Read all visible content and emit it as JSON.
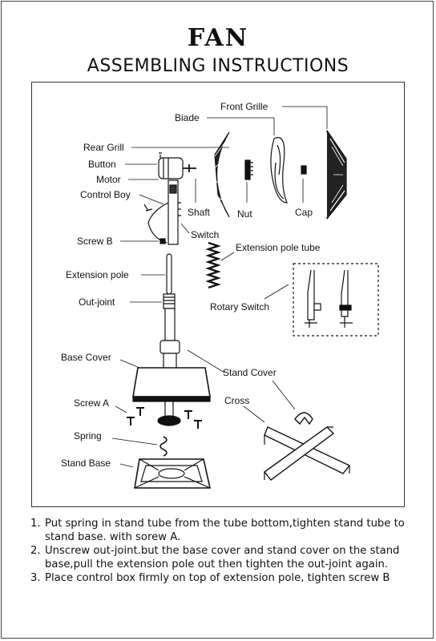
{
  "header": {
    "title": "FAN",
    "subtitle": "ASSEMBLING INSTRUCTIONS"
  },
  "diagram": {
    "labels": {
      "front_grille": "Front Grille",
      "blade": "Biade",
      "rear_grill": "Rear Grill",
      "button": "Button",
      "motor": "Motor",
      "control_box": "Control Boy",
      "shaft": "Shaft",
      "nut": "Nut",
      "cap": "Cap",
      "switch": "Switch",
      "screw_b": "Screw B",
      "extension_pole_tube": "Extension pole tube",
      "extension_pole": "Extension pole",
      "out_joint": "Out-joint",
      "rotary_switch": "Rotary Switch",
      "base_cover": "Base Cover",
      "stand_cover": "Stand Cover",
      "screw_a": "Screw A",
      "cross": "Cross",
      "spring": "Spring",
      "stand_base": "Stand Base"
    }
  },
  "instructions": [
    {
      "num": "1.",
      "text": "Put spring in stand tube from the tube bottom,tighten stand tube to stand base. with sorew A."
    },
    {
      "num": "2.",
      "text": "Unscrew out-joint.but the base cover and stand cover on the stand base,pull the extension pole out then tighten the out-joint again."
    },
    {
      "num": "3.",
      "text": "Place control box firmly on top of extension pole, tighten screw B"
    }
  ]
}
